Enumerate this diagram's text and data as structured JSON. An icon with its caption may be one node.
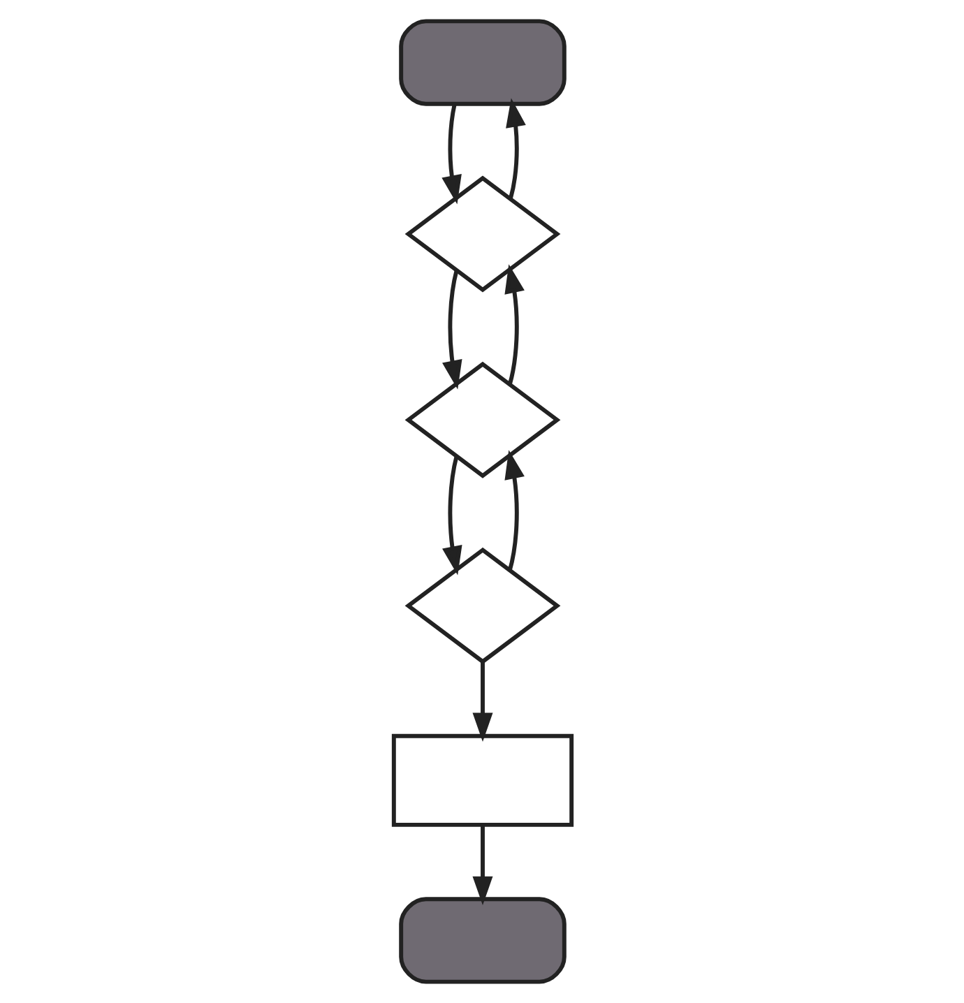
{
  "diagram": {
    "nodes": [
      {
        "text": [],
        "shape": "pill"
      },
      {
        "text": [],
        "shape": "diamond"
      },
      {
        "text": [],
        "shape": "diamond"
      },
      {
        "text": [],
        "shape": "diamond"
      },
      {
        "text": [],
        "shape": "box"
      },
      {
        "text": [],
        "shape": "pill"
      }
    ],
    "edges": [
      {
        "from": 0,
        "to": 1,
        "arrow": "to"
      },
      {
        "from": 1,
        "to": 0,
        "arrow": "to"
      },
      {
        "from": 1,
        "to": 2,
        "arrow": "to"
      },
      {
        "from": 2,
        "to": 1,
        "arrow": "to"
      },
      {
        "from": 2,
        "to": 3,
        "arrow": "to"
      },
      {
        "from": 3,
        "to": 2,
        "arrow": "to"
      },
      {
        "from": 3,
        "to": 4,
        "arrow": "to"
      },
      {
        "from": 4,
        "to": 5,
        "arrow": "to"
      }
    ]
  }
}
